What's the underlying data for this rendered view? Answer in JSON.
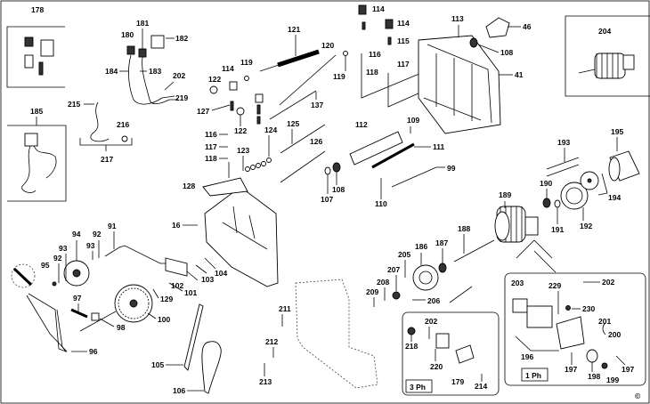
{
  "diagram": {
    "title": "Exploded parts diagram",
    "copyright_symbol": "©",
    "labels": {
      "p178": "178",
      "p180": "180",
      "p181": "181",
      "p182": "182",
      "p183": "183",
      "p184": "184",
      "p202a": "202",
      "p219": "219",
      "p215": "215",
      "p216": "216",
      "p217": "217",
      "p185": "185",
      "p121": "121",
      "p120": "120",
      "p119a": "119",
      "p119b": "119",
      "p114a": "114",
      "p114b": "114",
      "p114c": "114",
      "p122a": "122",
      "p122b": "122",
      "p127": "127",
      "p137": "137",
      "p115": "115",
      "p116a": "116",
      "p117a": "117",
      "p118a": "118",
      "p113": "113",
      "p46": "46",
      "p108a": "108",
      "p41": "41",
      "p204": "204",
      "p116b": "116",
      "p117b": "117",
      "p118b": "118",
      "p123": "123",
      "p124": "124",
      "p125": "125",
      "p126": "126",
      "p128": "128",
      "p112": "112",
      "p109": "109",
      "p111": "111",
      "p99": "99",
      "p107": "107",
      "p108b": "108",
      "p110": "110",
      "p193": "193",
      "p195": "195",
      "p190": "190",
      "p194": "194",
      "p191": "191",
      "p192": "192",
      "p189a": "189",
      "p188": "188",
      "p16": "16",
      "p91": "91",
      "p94": "94",
      "p92a": "92",
      "p92b": "92",
      "p93a": "93",
      "p93b": "93",
      "p95": "95",
      "p101": "101",
      "p102": "102",
      "p103": "103",
      "p104": "104",
      "p129": "129",
      "p97": "97",
      "p98": "98",
      "p100": "100",
      "p96": "96",
      "p105": "105",
      "p106": "106",
      "p211": "211",
      "p212": "212",
      "p213": "213",
      "p186": "186",
      "p187": "187",
      "p205": "205",
      "p206": "206",
      "p207": "207",
      "p208": "208",
      "p209": "209",
      "p202b": "202",
      "p218": "218",
      "p220": "220",
      "p179": "179",
      "p214": "214",
      "p203": "203",
      "p229": "229",
      "p202c": "202",
      "p230": "230",
      "p201": "201",
      "p200": "200",
      "p196": "196",
      "p197a": "197",
      "p197b": "197",
      "p198": "198",
      "p199": "199"
    },
    "insets": {
      "three_phase": "3 Ph",
      "single_phase": "1 Ph"
    }
  }
}
